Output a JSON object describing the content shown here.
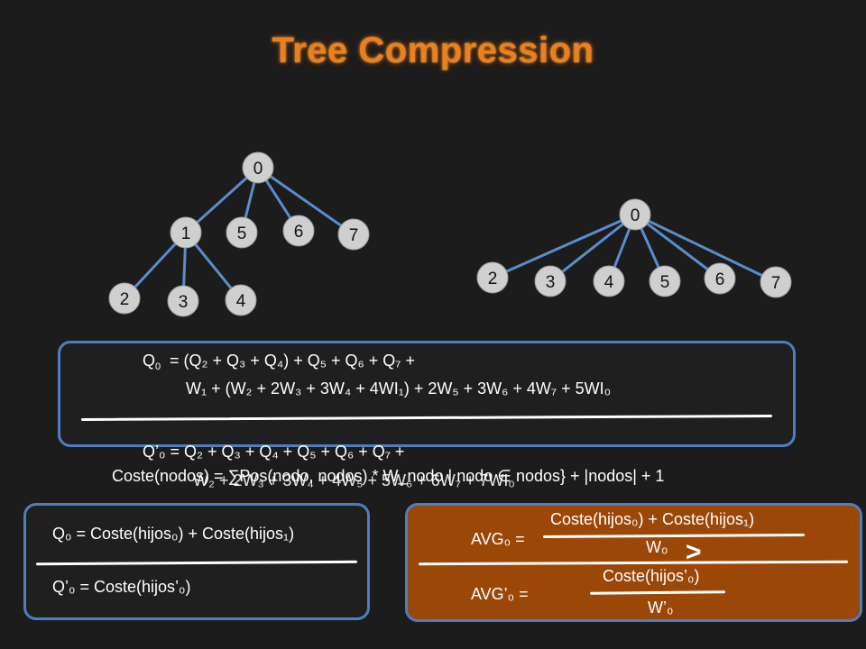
{
  "title": "Tree Compression",
  "tree_left": {
    "nodes": [
      "0",
      "1",
      "5",
      "6",
      "7",
      "2",
      "3",
      "4"
    ]
  },
  "tree_right": {
    "nodes": [
      "0",
      "2",
      "3",
      "4",
      "5",
      "6",
      "7"
    ]
  },
  "main_box": {
    "q0_lhs": "Q",
    "q0_lhs_sub": "0",
    "q0_line1": "= (Q₂ + Q₃ + Q₄) + Q₅ + Q₆ + Q₇ +",
    "q0_line2": "W₁ + (W₂ + 2W₃ + 3W₄ + 4WI₁) + 2W₅ + 3W₆ + 4W₇ + 5WI₀",
    "qp0_line1": "Q’₀ = Q₂ + Q₃ + Q₄ + Q₅ + Q₆ + Q₇ +",
    "qp0_line2": "W₂ + 2W₃ + 3W₄ + 4W₅ + 5W₆ + 6W₇ + 7WI₀",
    "cost_formula": "Coste(nodos) = ∑Pos(nodo, nodos) * W_nodo | nodo ∈ nodos} + |nodos| + 1"
  },
  "left_box": {
    "line1": "Q₀ = Coste(hijos₀) + Coste(hijos₁)",
    "line2": "Q’₀ = Coste(hijos’₀)"
  },
  "right_box": {
    "avg0_label": "AVG₀ =",
    "avg0_num": "Coste(hijos₀) + Coste(hijos₁)",
    "avg0_den": "W₀",
    "comparison": ">",
    "avgp0_label": "AVG’₀ =",
    "avgp0_num": "Coste(hijos’₀)",
    "avgp0_den": "W’₀"
  },
  "colors": {
    "title": "#e8811f",
    "edge": "#5b8ccc",
    "node": "#cfcfcf",
    "box_border": "#4d7ec2",
    "orange_box": "#9a4708"
  }
}
